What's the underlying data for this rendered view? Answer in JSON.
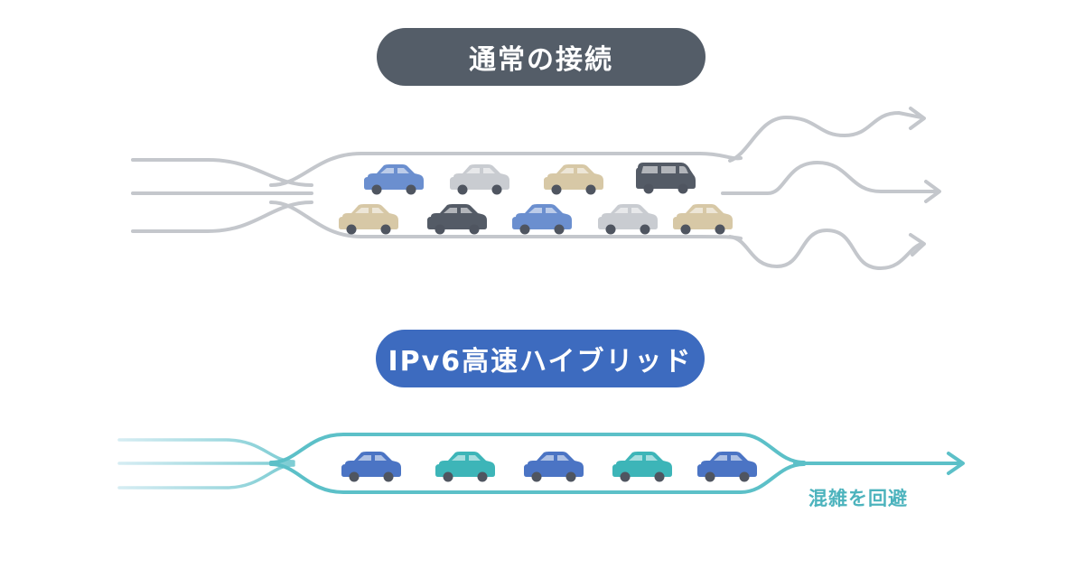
{
  "labels": {
    "normal_title": "通常の接続",
    "ipv6_title": "IPv6高速ハイブリッド",
    "avoid_caption": "混雑を回避"
  },
  "colors": {
    "normal_pill": "#545d68",
    "ipv6_pill": "#3d6bbf",
    "normal_lane": "#c4c7cc",
    "ipv6_lane": "#5cc0c8",
    "ipv6_lane_fade": "#bfe4ec",
    "caption_text": "#4cb3bd",
    "car_blue": "#6b8fcf",
    "car_gray": "#c9ccd1",
    "car_beige": "#d7c8a6",
    "car_dark": "#545b66",
    "car_ipv6_blue": "#4b74c4",
    "car_ipv6_teal": "#3db5b8"
  },
  "diagram": {
    "normal_cars_row1": [
      "car_blue",
      "car_gray",
      "car_beige",
      "car_dark"
    ],
    "normal_cars_row2": [
      "car_beige",
      "car_dark",
      "car_blue",
      "car_gray",
      "car_beige"
    ],
    "ipv6_cars": [
      "car_ipv6_blue",
      "car_ipv6_teal",
      "car_ipv6_blue",
      "car_ipv6_teal",
      "car_ipv6_blue"
    ]
  }
}
